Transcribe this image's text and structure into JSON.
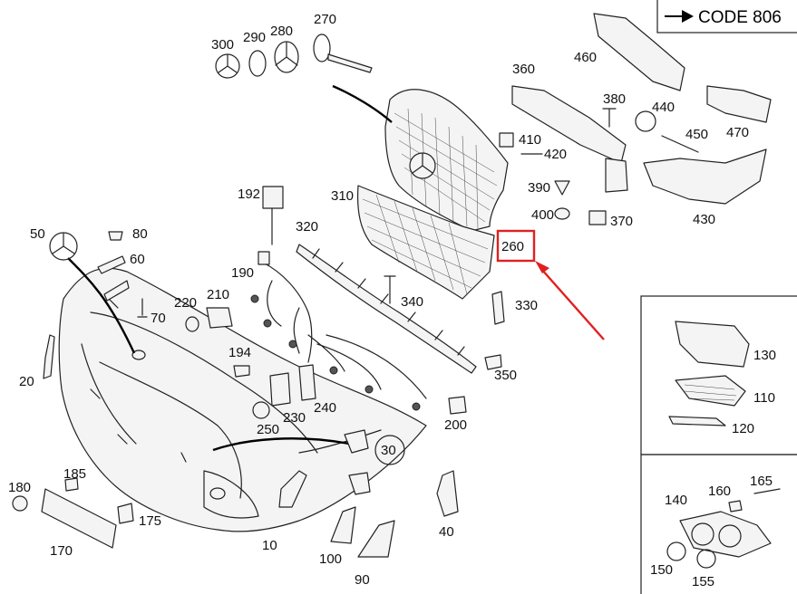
{
  "code_box": {
    "text": "CODE 806"
  },
  "highlight": {
    "label": "260",
    "color": "#e02020"
  },
  "callouts": [
    {
      "id": "c300",
      "text": "300"
    },
    {
      "id": "c290",
      "text": "290"
    },
    {
      "id": "c280",
      "text": "280"
    },
    {
      "id": "c270",
      "text": "270"
    },
    {
      "id": "c460",
      "text": "460"
    },
    {
      "id": "c360",
      "text": "360"
    },
    {
      "id": "c380",
      "text": "380"
    },
    {
      "id": "c440",
      "text": "440"
    },
    {
      "id": "c410",
      "text": "410"
    },
    {
      "id": "c420",
      "text": "420"
    },
    {
      "id": "c450",
      "text": "450"
    },
    {
      "id": "c470",
      "text": "470"
    },
    {
      "id": "c390",
      "text": "390"
    },
    {
      "id": "c400",
      "text": "400"
    },
    {
      "id": "c370",
      "text": "370"
    },
    {
      "id": "c430",
      "text": "430"
    },
    {
      "id": "c192",
      "text": "192"
    },
    {
      "id": "c310",
      "text": "310"
    },
    {
      "id": "c320",
      "text": "320"
    },
    {
      "id": "c50",
      "text": "50"
    },
    {
      "id": "c80",
      "text": "80"
    },
    {
      "id": "c60",
      "text": "60"
    },
    {
      "id": "c190",
      "text": "190"
    },
    {
      "id": "c220",
      "text": "220"
    },
    {
      "id": "c210",
      "text": "210"
    },
    {
      "id": "c70",
      "text": "70"
    },
    {
      "id": "c340",
      "text": "340"
    },
    {
      "id": "c330",
      "text": "330"
    },
    {
      "id": "c194",
      "text": "194"
    },
    {
      "id": "c20",
      "text": "20"
    },
    {
      "id": "c350",
      "text": "350"
    },
    {
      "id": "c240",
      "text": "240"
    },
    {
      "id": "c230",
      "text": "230"
    },
    {
      "id": "c250",
      "text": "250"
    },
    {
      "id": "c200",
      "text": "200"
    },
    {
      "id": "c30",
      "text": "30"
    },
    {
      "id": "c180",
      "text": "180"
    },
    {
      "id": "c185",
      "text": "185"
    },
    {
      "id": "c175",
      "text": "175"
    },
    {
      "id": "c170",
      "text": "170"
    },
    {
      "id": "c10",
      "text": "10"
    },
    {
      "id": "c100",
      "text": "100"
    },
    {
      "id": "c90",
      "text": "90"
    },
    {
      "id": "c40",
      "text": "40"
    },
    {
      "id": "c130",
      "text": "130"
    },
    {
      "id": "c110",
      "text": "110"
    },
    {
      "id": "c120",
      "text": "120"
    },
    {
      "id": "c165",
      "text": "165"
    },
    {
      "id": "c140",
      "text": "140"
    },
    {
      "id": "c160",
      "text": "160"
    },
    {
      "id": "c150",
      "text": "150"
    },
    {
      "id": "c155",
      "text": "155"
    }
  ]
}
